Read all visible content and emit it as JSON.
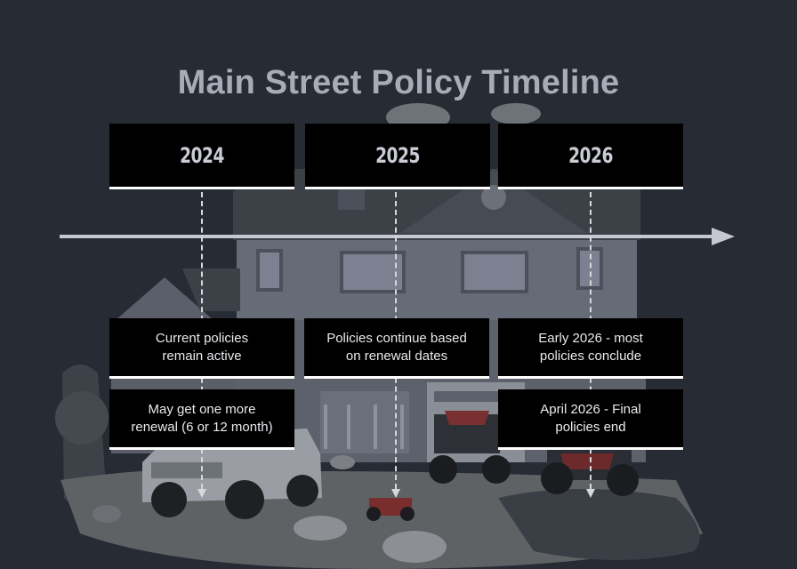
{
  "title": "Main Street Policy Timeline",
  "years": [
    {
      "label": "2024"
    },
    {
      "label": "2025"
    },
    {
      "label": "2026"
    }
  ],
  "notes": {
    "y2024_a": [
      "Current policies",
      "remain active"
    ],
    "y2024_b": [
      "May get one more",
      "renewal (6 or 12 month)"
    ],
    "y2025_a": [
      "Policies continue based",
      "on renewal dates"
    ],
    "y2026_a": [
      "Early 2026 - most",
      "policies conclude"
    ],
    "y2026_b": [
      "April 2026 - Final",
      "policies end"
    ]
  },
  "colors": {
    "background": "#272b34",
    "box": "#000000",
    "box_border": "#ffffff",
    "axis": "#c5c8d0",
    "title": "#a8acb7"
  }
}
